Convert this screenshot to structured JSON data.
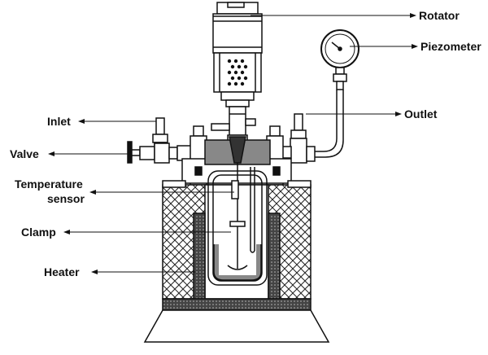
{
  "labels": {
    "rotator": "Rotator",
    "piezometer": "Piezometer",
    "inlet": "Inlet",
    "outlet": "Outlet",
    "valve": "Valve",
    "temperature_line1": "Temperature",
    "temperature_line2": "sensor",
    "clamp": "Clamp",
    "heater": "Heater"
  }
}
